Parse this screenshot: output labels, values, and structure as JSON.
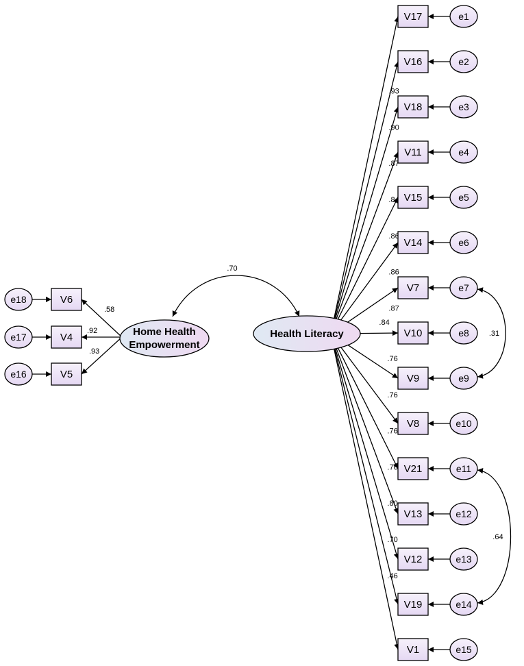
{
  "colors": {
    "box_fill_top": "#f6f1fb",
    "box_fill_bottom": "#e5d8f3",
    "stroke": "#000000"
  },
  "latents": {
    "hhe": {
      "line1": "Home Health",
      "line2": "Empowerment"
    },
    "hl": {
      "label": "Health Literacy"
    }
  },
  "latent_correlation": ".70",
  "hhe_indicators": [
    {
      "var": "V6",
      "error": "e18",
      "loading": ".58"
    },
    {
      "var": "V4",
      "error": "e17",
      "loading": ".92"
    },
    {
      "var": "V5",
      "error": "e16",
      "loading": ".93"
    }
  ],
  "hl_indicators": [
    {
      "var": "V17",
      "error": "e1",
      "loading": ".93"
    },
    {
      "var": "V16",
      "error": "e2",
      "loading": ".90"
    },
    {
      "var": "V18",
      "error": "e3",
      "loading": ".87"
    },
    {
      "var": "V11",
      "error": "e4",
      "loading": ".84"
    },
    {
      "var": "V15",
      "error": "e5",
      "loading": ".86"
    },
    {
      "var": "V14",
      "error": "e6",
      "loading": ".86"
    },
    {
      "var": "V7",
      "error": "e7",
      "loading": ".87"
    },
    {
      "var": "V10",
      "error": "e8",
      "loading": ".84"
    },
    {
      "var": "V9",
      "error": "e9",
      "loading": ".76"
    },
    {
      "var": "V8",
      "error": "e10",
      "loading": ".76"
    },
    {
      "var": "V21",
      "error": "e11",
      "loading": ".76"
    },
    {
      "var": "V13",
      "error": "e12",
      "loading": ".76"
    },
    {
      "var": "V12",
      "error": "e13",
      "loading": ".80"
    },
    {
      "var": "V19",
      "error": "e14",
      "loading": ".70"
    },
    {
      "var": "V1",
      "error": "e15",
      "loading": ".46"
    }
  ],
  "error_covariances": [
    {
      "from": "e7",
      "to": "e9",
      "value": ".31"
    },
    {
      "from": "e11",
      "to": "e14",
      "value": ".64"
    }
  ]
}
